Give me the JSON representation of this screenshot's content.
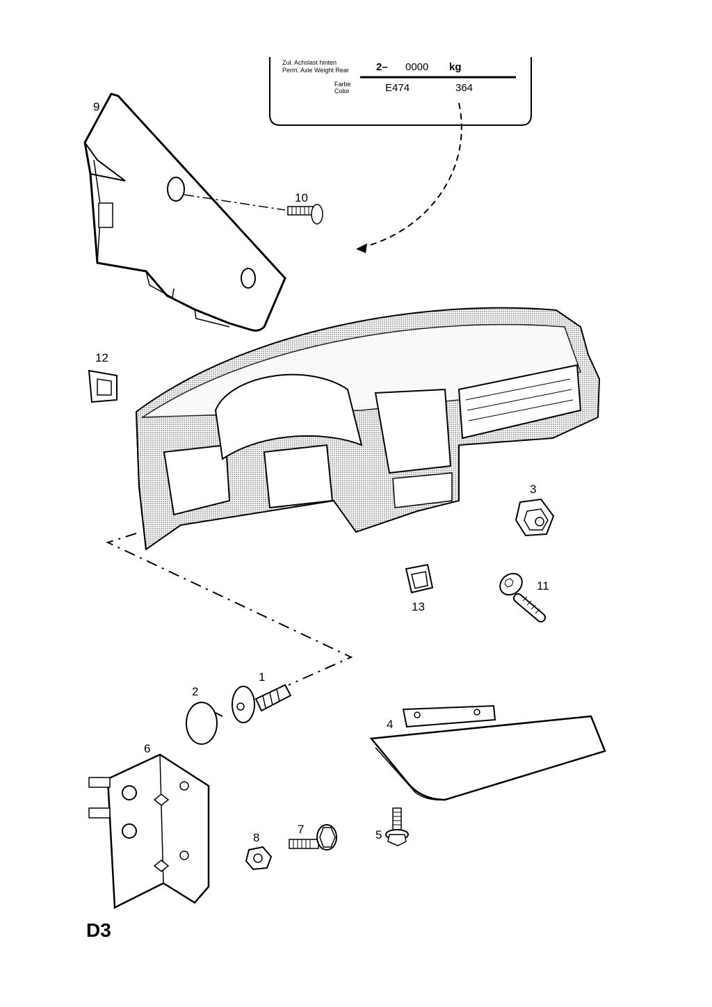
{
  "page_code": "D3",
  "plate": {
    "rear_axle_label_de": "Zul. Achslast hinten",
    "rear_axle_label_en": "Perm. Axle Weight Rear",
    "axle_prefix": "2–",
    "axle_value": "0000",
    "axle_unit": "kg",
    "color_label_de": "Farbe",
    "color_label_en": "Color",
    "color_code": "E474",
    "color_number": "364"
  },
  "callouts": {
    "c1": "1",
    "c2": "2",
    "c3": "3",
    "c4": "4",
    "c5": "5",
    "c6": "6",
    "c7": "7",
    "c8": "8",
    "c9": "9",
    "c10": "10",
    "c11": "11",
    "c12": "12",
    "c13": "13"
  },
  "colors": {
    "line": "#000000",
    "background": "#ffffff",
    "dotted_fill": "#9a9a9a"
  }
}
